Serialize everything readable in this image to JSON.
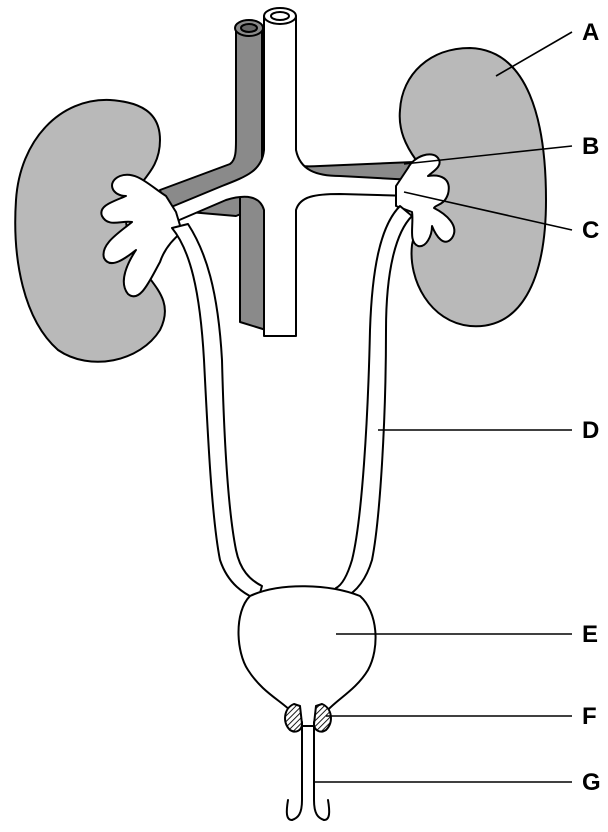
{
  "colors": {
    "kidney_fill": "#b9b9b9",
    "vein_fill": "#8a8a8a",
    "artery_fill": "#ffffff",
    "outline": "#000000",
    "background": "#ffffff",
    "sphincter_hatch": "#000000"
  },
  "labels": [
    {
      "id": "A",
      "text": "A"
    },
    {
      "id": "B",
      "text": "B"
    },
    {
      "id": "C",
      "text": "C"
    },
    {
      "id": "D",
      "text": "D"
    },
    {
      "id": "E",
      "text": "E"
    },
    {
      "id": "F",
      "text": "F"
    },
    {
      "id": "G",
      "text": "G"
    }
  ]
}
